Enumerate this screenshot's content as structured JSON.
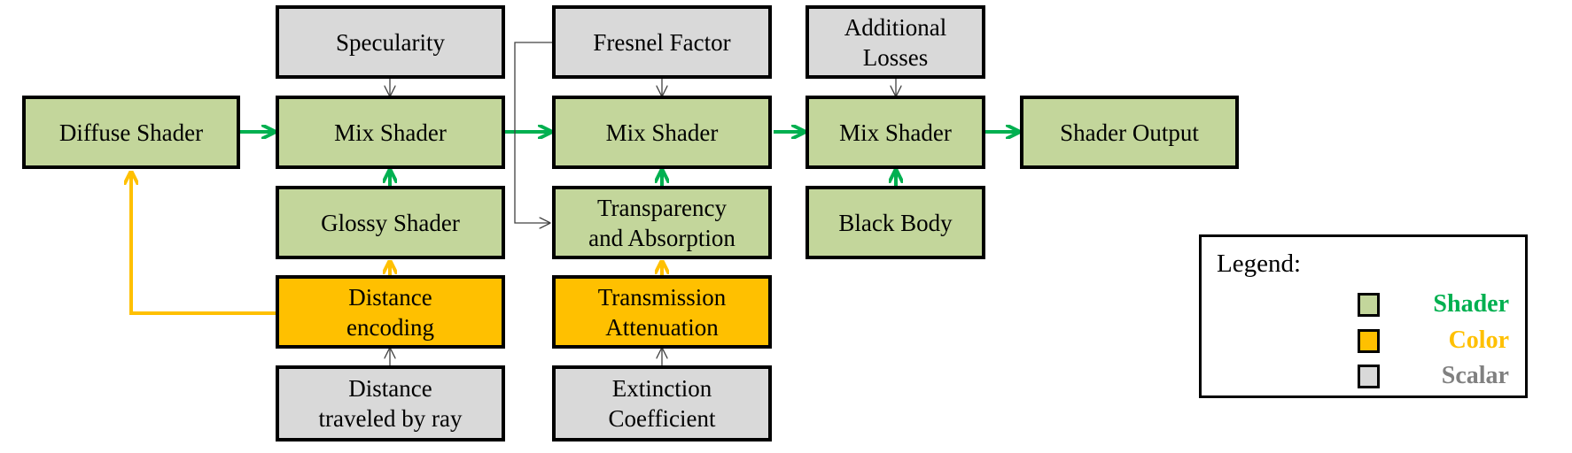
{
  "nodes": {
    "diffuse": "Diffuse Shader",
    "specularity": "Specularity",
    "mix1": "Mix Shader",
    "glossy": "Glossy Shader",
    "distance_encoding": "Distance\nencoding",
    "distance_traveled": "Distance\ntraveled by ray",
    "fresnel": "Fresnel Factor",
    "mix2": "Mix Shader",
    "transparency": "Transparency\nand Absorption",
    "transmission": "Transmission\nAttenuation",
    "extinction": "Extinction\nCoefficient",
    "additional_losses": "Additional\nLosses",
    "mix3": "Mix Shader",
    "black_body": "Black Body",
    "output": "Shader Output"
  },
  "legend": {
    "title": "Legend:",
    "shader": "Shader",
    "color": "Color",
    "scalar": "Scalar"
  },
  "colors": {
    "shader_fill": "#c3d69b",
    "color_fill": "#ffc000",
    "scalar_fill": "#d9d9d9",
    "shader_arrow": "#00b050",
    "color_arrow": "#ffc000",
    "scalar_arrow": "#404040",
    "shader_text": "#00b050",
    "color_text": "#ffc000",
    "scalar_text": "#808080"
  }
}
